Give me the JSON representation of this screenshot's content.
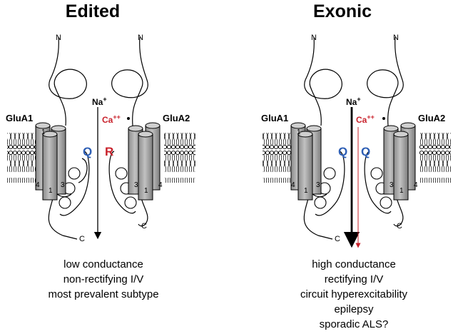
{
  "panels": [
    {
      "title": "Edited",
      "left_subunit": "GluA1",
      "right_subunit": "GluA2",
      "n_label": "N",
      "c_label": "C",
      "helix_1": "1",
      "helix_3": "3",
      "helix_4": "4",
      "ion_na": "Na",
      "ion_na_sup": "+",
      "ion_ca": "Ca",
      "ion_ca_sup": "++",
      "left_residue": "Q",
      "right_residue": "R",
      "properties": [
        "low conductance",
        "non-rectifying I/V",
        "most prevalent subtype"
      ]
    },
    {
      "title": "Exonic",
      "left_subunit": "GluA1",
      "right_subunit": "GluA2",
      "n_label": "N",
      "c_label": "C",
      "helix_1": "1",
      "helix_3": "3",
      "helix_4": "4",
      "ion_na": "Na",
      "ion_na_sup": "+",
      "ion_ca": "Ca",
      "ion_ca_sup": "++",
      "left_residue": "Q",
      "right_residue": "Q",
      "properties": [
        "high conductance",
        "rectifying I/V",
        "circuit hyperexcitability",
        "epilepsy",
        "sporadic ALS?"
      ]
    }
  ],
  "colors": {
    "black": "#000000",
    "q_blue": "#2e5fb5",
    "r_red": "#c8202a",
    "ca_red": "#c8202a",
    "helix_fill": "#a9a9a9",
    "helix_top": "#cfcfcf"
  }
}
